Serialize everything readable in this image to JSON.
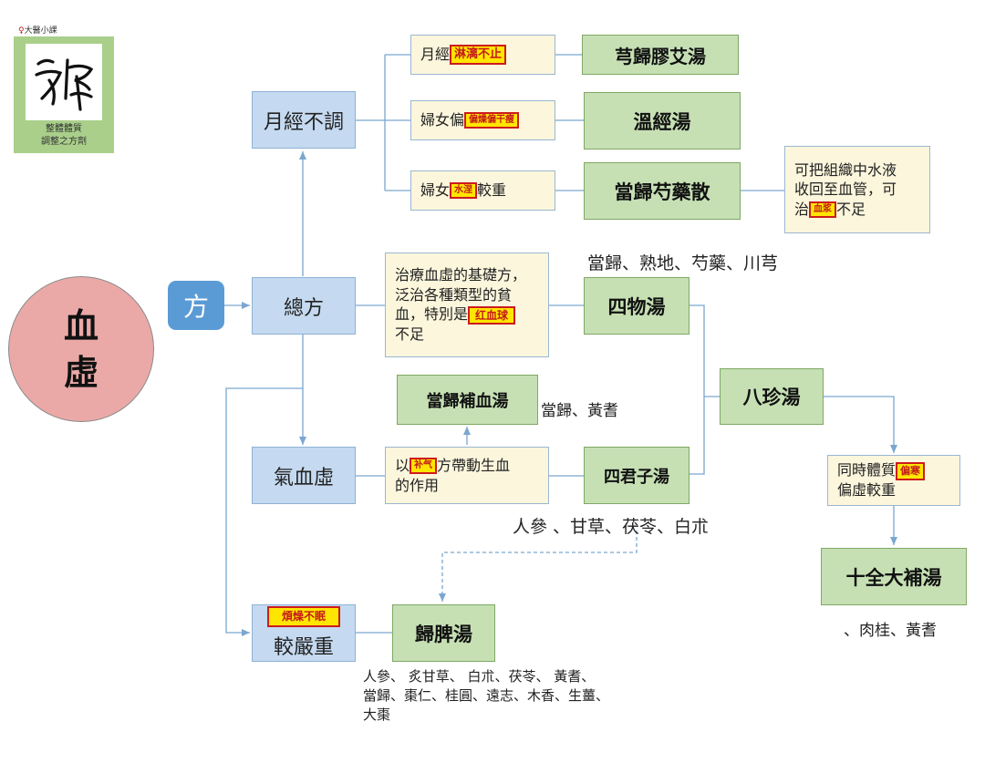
{
  "brand": {
    "mark": "♀",
    "name": "大醫小課",
    "logo_text": "方律",
    "subtitle_line1": "整體體質",
    "subtitle_line2": "調整之方劑"
  },
  "root": {
    "line1": "血",
    "line2": "虛"
  },
  "fang_tag": "方",
  "categories": {
    "menstrual": "月經不調",
    "general": "總方",
    "qi_blood": "氣血虛",
    "severe_tag": "煩燥不眠",
    "severe": "較嚴重"
  },
  "conditions": {
    "c1_pre": "月經",
    "c1_hl": "淋漓不止",
    "c2_pre": "婦女偏",
    "c2_hl": "偏燥偏干瘦",
    "c3_pre": "婦女",
    "c3_hl": "水涅",
    "c3_post": "較重",
    "general_line1": "治療血虛的基礎方，",
    "general_line2": "泛治各種類型的貧",
    "general_line3_pre": "血，特別是",
    "general_hl": "红血球",
    "general_line4": "不足",
    "qi_pre": "以",
    "qi_hl": "补气",
    "qi_post": "方帶動生血",
    "qi_line2": "的作用",
    "plasma_line1": "可把組織中水液",
    "plasma_line2": "收回至血管，可",
    "plasma_pre": "治",
    "plasma_hl": "血浆",
    "plasma_post": "不足",
    "cold_pre": "同時體質",
    "cold_hl": "偏寒",
    "cold_line2": "偏虛較重"
  },
  "formulas": {
    "f1": "芎歸膠艾湯",
    "f2": "溫經湯",
    "f3": "當歸芍藥散",
    "f4": "四物湯",
    "f5": "當歸補血湯",
    "f6": "八珍湯",
    "f7": "四君子湯",
    "f8": "十全大補湯",
    "f9": "歸脾湯"
  },
  "ingredients": {
    "siwu": "當歸、熟地、芍藥、川芎",
    "danggui_buxue": "當歸、黃耆",
    "sijunzi": "人參 、甘草、茯苓、白朮",
    "shiquan": "、肉桂、黃耆",
    "guipi_line1": "人參、 炙甘草、 白朮、茯苓、 黃耆、",
    "guipi_line2": "當歸、棗仁、桂圓、遠志、木香、生薑、",
    "guipi_line3": "大棗"
  },
  "colors": {
    "category_fill": "#c5daf0",
    "formula_fill": "#c6e0b4",
    "note_fill": "#fbf6dc",
    "root_fill": "#eaa9a7",
    "tag_fill": "#5b9bd5",
    "highlight_fill": "#ffe600",
    "highlight_border": "#cc1c1c",
    "connector": "#7aa6cf"
  }
}
